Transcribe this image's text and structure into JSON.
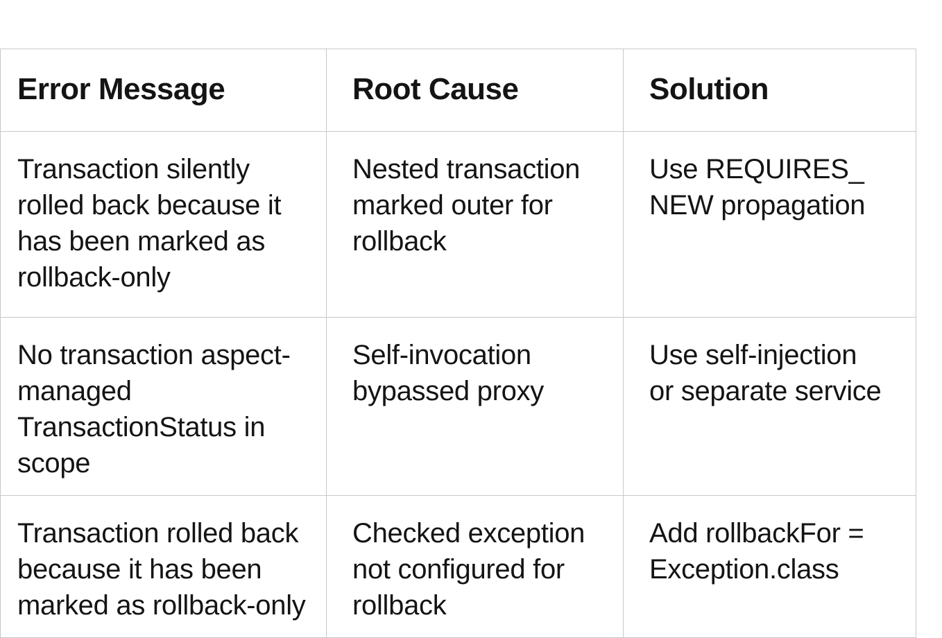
{
  "colors": {
    "background": "#ffffff",
    "table_border": "#c5c9cb",
    "text": "#141414"
  },
  "table": {
    "columns": [
      {
        "label": "Error Message"
      },
      {
        "label": "Root Cause"
      },
      {
        "label": "Solution"
      }
    ],
    "rows": [
      {
        "cells": [
          "Transaction silently\nrolled back because it\nhas been marked as\nrollback-only",
          "Nested transaction\nmarked outer for\nrollback",
          "Use REQUIRES_\nNEW propagation"
        ]
      },
      {
        "cells": [
          "No transaction aspect-\nmanaged\nTransactionStatus in\nscope",
          "Self-invocation\nbypassed proxy",
          "Use self-injection\nor separate service"
        ]
      },
      {
        "cells": [
          "Transaction rolled back\nbecause it has been\nmarked as rollback-only",
          "Checked exception\nnot configured for\nrollback",
          "Add rollbackFor =\nException.class"
        ]
      }
    ]
  }
}
